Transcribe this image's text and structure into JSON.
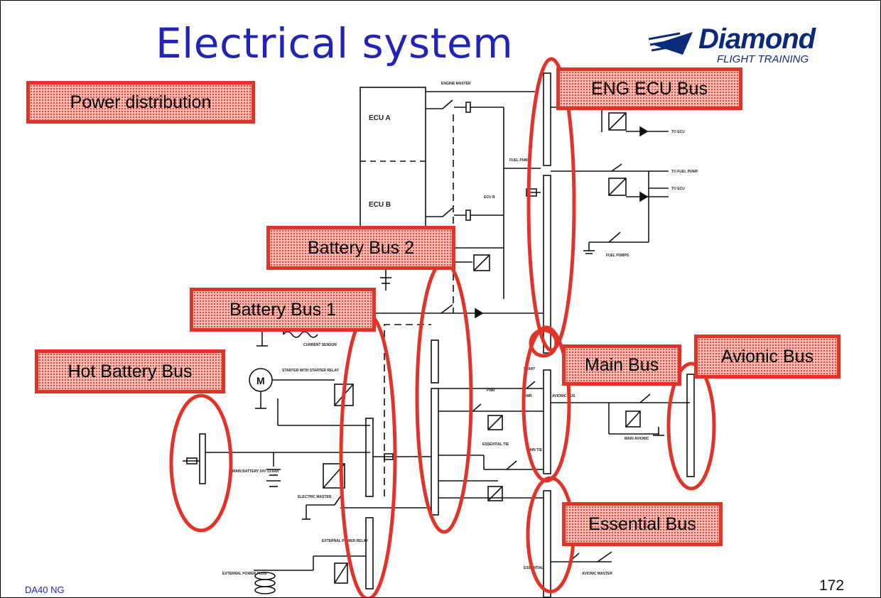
{
  "slide": {
    "title": "Electrical system",
    "footer_left": "DA40 NG",
    "page_number": "172"
  },
  "logo": {
    "name": "Diamond",
    "subtitle": "FLIGHT TRAINING"
  },
  "callouts": {
    "power_distribution": "Power distribution",
    "eng_ecu_bus": "ENG ECU Bus",
    "battery_bus_2": "Battery Bus 2",
    "battery_bus_1": "Battery Bus 1",
    "hot_battery_bus": "Hot Battery Bus",
    "main_bus": "Main Bus",
    "avionic_bus": "Avionic Bus",
    "essential_bus": "Essential Bus"
  },
  "schematic_labels": {
    "ecu_a": "ECU A",
    "ecu_b": "ECU B",
    "engine_master": "ENGINE MASTER",
    "fuel_pump": "FUEL PUMP",
    "ecu_b_small": "ECU B",
    "to_ecu": "TO ECU",
    "to_fuel_pump": "TO FUEL PUMP",
    "fuel_pumps": "FUEL PUMPS",
    "motor": "M",
    "starter_relay": "STARTER WITH STARTER RELAY",
    "current_sensor": "CURRENT SENSOR",
    "main_battery": "MAIN BATTERY 24V 13.6Ah",
    "electric_master": "ELECTRIC MASTER",
    "external_power_relay": "EXTERNAL POWER RELAY",
    "external_power_plug": "EXTERNAL POWER PLUG",
    "start": "START",
    "pwr": "PWR",
    "avionic_bus_small": "AVIONIC BUS",
    "main_tie": "MAIN TIE",
    "essential_tie": "ESSENTIAL TIE",
    "main_avionic": "MAIN AVIONIC",
    "avionic_master": "AVIONIC MASTER",
    "essential": "ESSENTIAL"
  },
  "colors": {
    "title": "#2323b8",
    "highlight": "#e23329",
    "logo": "#0b2a7a"
  }
}
